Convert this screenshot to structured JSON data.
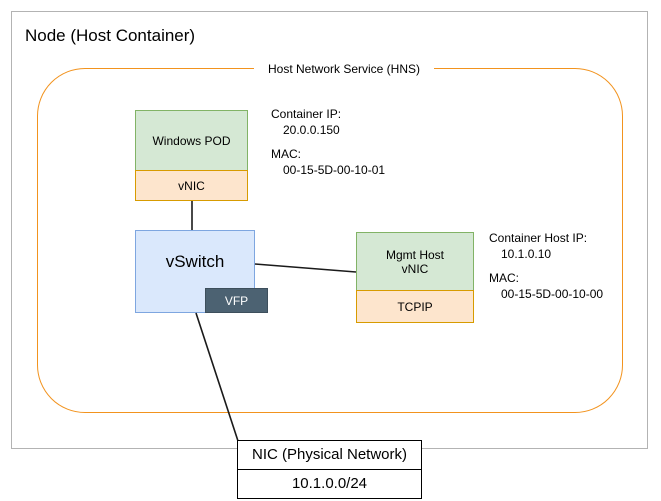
{
  "node": {
    "title": "Node (Host Container)"
  },
  "hns": {
    "label": "Host Network Service (HNS)"
  },
  "pod": {
    "body_label": "Windows POD",
    "vnic_label": "vNIC",
    "note": {
      "ip_header": "Container IP:",
      "ip_value": "20.0.0.150",
      "mac_header": "MAC:",
      "mac_value": "00-15-5D-00-10-01"
    }
  },
  "vswitch": {
    "label": "vSwitch",
    "vfp_label": "VFP"
  },
  "mgmt": {
    "body_label_line1": "Mgmt Host",
    "body_label_line2": "vNIC",
    "tcpip_label": "TCPIP",
    "note": {
      "ip_header": "Container Host IP:",
      "ip_value": "10.1.0.10",
      "mac_header": "MAC:",
      "mac_value": "00-15-5D-00-10-00"
    }
  },
  "nic": {
    "title": "NIC (Physical Network)",
    "subnet": "10.1.0.0/24"
  },
  "colors": {
    "green_fill": "#d5e8d4",
    "green_stroke": "#82b366",
    "orange_fill": "#fde5cd",
    "orange_stroke": "#d79b00",
    "blue_fill": "#dae8fc",
    "blue_stroke": "#7ea6e0",
    "slate_fill": "#4c6272",
    "hns_stroke": "#F2931E",
    "node_stroke": "#b3b3b3",
    "wire": "#1a1a1a"
  }
}
